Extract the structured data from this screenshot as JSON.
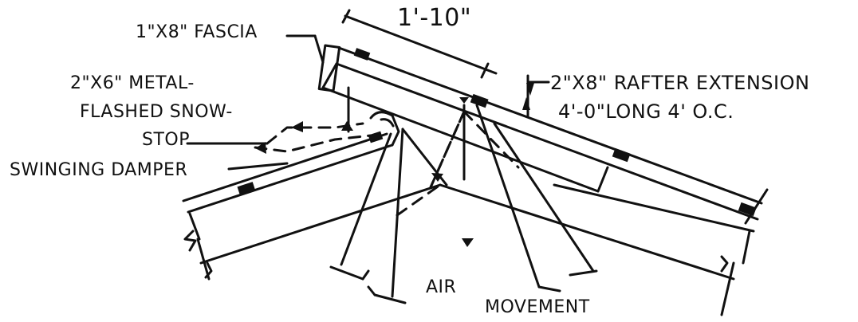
{
  "labels": {
    "fascia": "1\"X8\" FASCIA",
    "dimension": "1'-10\"",
    "snowstop_line1": "2\"X6\" METAL-",
    "snowstop_line2": "FLASHED SNOW-",
    "snowstop_line3": "STOP",
    "damper": "SWINGING DAMPER",
    "rafter_line1": "2\"X8\" RAFTER EXTENSION",
    "rafter_line2": "4'-0\"LONG 4' O.C.",
    "air": "AIR",
    "movement": "MOVEMENT"
  }
}
